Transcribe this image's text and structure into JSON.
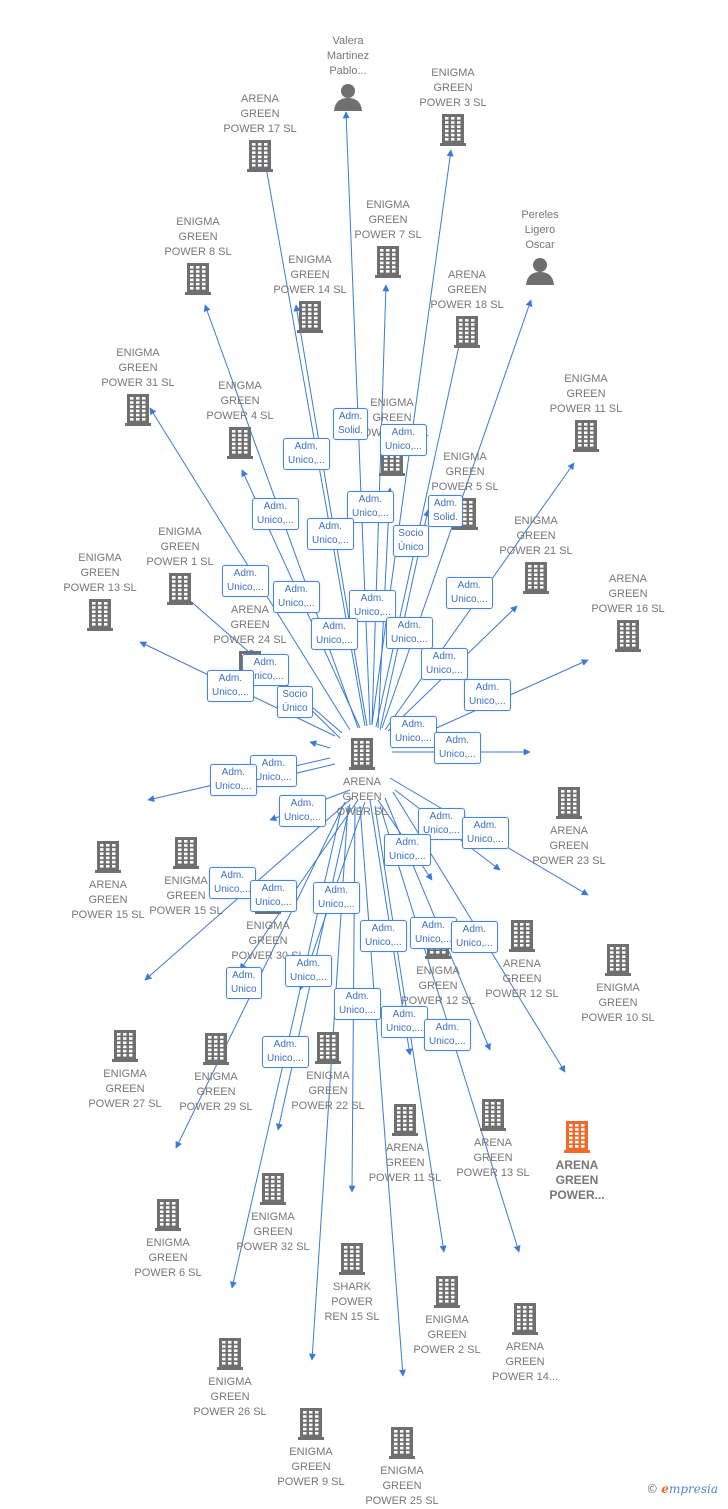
{
  "colors": {
    "edge": "#3a7bd5",
    "node": "#6f6f6f",
    "focus": "#f06a2a",
    "text": "#777777"
  },
  "center": {
    "label": [
      "ARENA",
      "GREEN",
      "OWER  SL"
    ]
  },
  "nodes": [
    {
      "id": "n_valera",
      "type": "person",
      "label": [
        "Valera",
        "Martinez",
        "Pablo..."
      ]
    },
    {
      "id": "n_pereles",
      "type": "person",
      "label": [
        "Pereles",
        "Ligero",
        "Oscar"
      ]
    },
    {
      "id": "n_eg3",
      "type": "company",
      "label": [
        "ENIGMA",
        "GREEN",
        "POWER 3  SL"
      ]
    },
    {
      "id": "n_ag17",
      "type": "company",
      "label": [
        "ARENA",
        "GREEN",
        "POWER 17  SL"
      ]
    },
    {
      "id": "n_eg7",
      "type": "company",
      "label": [
        "ENIGMA",
        "GREEN",
        "POWER 7  SL"
      ]
    },
    {
      "id": "n_eg8",
      "type": "company",
      "label": [
        "ENIGMA",
        "GREEN",
        "POWER 8  SL"
      ]
    },
    {
      "id": "n_eg14",
      "type": "company",
      "label": [
        "ENIGMA",
        "GREEN",
        "POWER 14  SL"
      ]
    },
    {
      "id": "n_ag18",
      "type": "company",
      "label": [
        "ARENA",
        "GREEN",
        "POWER 18  SL"
      ]
    },
    {
      "id": "n_eg31",
      "type": "company",
      "label": [
        "ENIGMA",
        "GREEN",
        "POWER 31  SL"
      ]
    },
    {
      "id": "n_eg4",
      "type": "company",
      "label": [
        "ENIGMA",
        "GREEN",
        "POWER 4  SL"
      ]
    },
    {
      "id": "n_eg11top",
      "type": "company",
      "label": [
        "ENIGMA",
        "GREEN",
        "POWER 11  SL"
      ]
    },
    {
      "id": "n_eg28",
      "type": "company",
      "label": [
        "ENIGMA",
        "GREEN",
        "POWER 28  SL"
      ]
    },
    {
      "id": "n_eg5",
      "type": "company",
      "label": [
        "ENIGMA",
        "GREEN",
        "POWER 5  SL"
      ]
    },
    {
      "id": "n_eg21",
      "type": "company",
      "label": [
        "ENIGMA",
        "GREEN",
        "POWER 21  SL"
      ]
    },
    {
      "id": "n_eg1",
      "type": "company",
      "label": [
        "ENIGMA",
        "GREEN",
        "POWER 1  SL"
      ]
    },
    {
      "id": "n_eg13",
      "type": "company",
      "label": [
        "ENIGMA",
        "GREEN",
        "POWER 13  SL"
      ]
    },
    {
      "id": "n_ag16",
      "type": "company",
      "label": [
        "ARENA",
        "GREEN",
        "POWER 16  SL"
      ]
    },
    {
      "id": "n_ag24",
      "type": "company",
      "label": [
        "ARENA",
        "GREEN",
        "POWER 24  SL"
      ]
    },
    {
      "id": "n_ag23",
      "type": "company",
      "label": [
        "ARENA",
        "GREEN",
        "POWER 23  SL"
      ]
    },
    {
      "id": "n_ag15",
      "type": "company",
      "label": [
        "ARENA",
        "GREEN",
        "POWER 15  SL"
      ]
    },
    {
      "id": "n_eg15",
      "type": "company",
      "label": [
        "ENIGMA",
        "GREEN",
        "POWER 15  SL"
      ]
    },
    {
      "id": "n_eg30",
      "type": "company",
      "label": [
        "ENIGMA",
        "GREEN",
        "POWER 30  SL"
      ]
    },
    {
      "id": "n_eg12",
      "type": "company",
      "label": [
        "ENIGMA",
        "GREEN",
        "POWER 12  SL"
      ]
    },
    {
      "id": "n_ag12",
      "type": "company",
      "label": [
        "ARENA",
        "GREEN",
        "POWER 12  SL"
      ]
    },
    {
      "id": "n_eg10",
      "type": "company",
      "label": [
        "ENIGMA",
        "GREEN",
        "POWER 10  SL"
      ]
    },
    {
      "id": "n_eg27",
      "type": "company",
      "label": [
        "ENIGMA",
        "GREEN",
        "POWER 27  SL"
      ]
    },
    {
      "id": "n_eg29",
      "type": "company",
      "label": [
        "ENIGMA",
        "GREEN",
        "POWER 29  SL"
      ]
    },
    {
      "id": "n_eg22",
      "type": "company",
      "label": [
        "ENIGMA",
        "GREEN",
        "POWER 22  SL"
      ]
    },
    {
      "id": "n_ag11",
      "type": "company",
      "label": [
        "ARENA",
        "GREEN",
        "POWER 11  SL"
      ]
    },
    {
      "id": "n_ag13",
      "type": "company",
      "label": [
        "ARENA",
        "GREEN",
        "POWER 13  SL"
      ]
    },
    {
      "id": "n_agfocus",
      "type": "focus",
      "label": [
        "ARENA",
        "GREEN",
        "POWER..."
      ]
    },
    {
      "id": "n_eg6",
      "type": "company",
      "label": [
        "ENIGMA",
        "GREEN",
        "POWER 6  SL"
      ]
    },
    {
      "id": "n_eg32",
      "type": "company",
      "label": [
        "ENIGMA",
        "GREEN",
        "POWER 32  SL"
      ]
    },
    {
      "id": "n_shark",
      "type": "company",
      "label": [
        "SHARK",
        "POWER",
        "REN 15  SL"
      ]
    },
    {
      "id": "n_eg2",
      "type": "company",
      "label": [
        "ENIGMA",
        "GREEN",
        "POWER 2  SL"
      ]
    },
    {
      "id": "n_ag14",
      "type": "company",
      "label": [
        "ARENA",
        "GREEN",
        "POWER 14..."
      ]
    },
    {
      "id": "n_eg26",
      "type": "company",
      "label": [
        "ENIGMA",
        "GREEN",
        "POWER 26  SL"
      ]
    },
    {
      "id": "n_eg9",
      "type": "company",
      "label": [
        "ENIGMA",
        "GREEN",
        "POWER 9  SL"
      ]
    },
    {
      "id": "n_eg25",
      "type": "company",
      "label": [
        "ENIGMA",
        "GREEN",
        "POWER 25  SL"
      ]
    }
  ],
  "badges": [
    {
      "id": "b1",
      "lines": [
        "Adm.",
        "Solid."
      ]
    },
    {
      "id": "b2",
      "lines": [
        "Adm.",
        "Unico,..."
      ]
    },
    {
      "id": "b3",
      "lines": [
        "Adm.",
        "Unico,..."
      ]
    },
    {
      "id": "b4",
      "lines": [
        "Adm.",
        "Unico,..."
      ]
    },
    {
      "id": "b5",
      "lines": [
        "Adm.",
        "Unico,..."
      ]
    },
    {
      "id": "b6",
      "lines": [
        "Adm.",
        "Solid."
      ]
    },
    {
      "id": "b7",
      "lines": [
        "Adm.",
        "Unico,..."
      ]
    },
    {
      "id": "b8",
      "lines": [
        "Socio",
        "Único"
      ]
    },
    {
      "id": "b9",
      "lines": [
        "Adm.",
        "Unico,..."
      ]
    },
    {
      "id": "b10",
      "lines": [
        "Adm.",
        "Unico,..."
      ]
    },
    {
      "id": "b11",
      "lines": [
        "Adm.",
        "Unico,..."
      ]
    },
    {
      "id": "b12",
      "lines": [
        "Adm.",
        "Unico,..."
      ]
    },
    {
      "id": "b13",
      "lines": [
        "Adm.",
        "Unico,..."
      ]
    },
    {
      "id": "b14",
      "lines": [
        "Adm.",
        "Unico,..."
      ]
    },
    {
      "id": "b15",
      "lines": [
        "Adm.",
        "Unico,..."
      ]
    },
    {
      "id": "b16",
      "lines": [
        "Adm.",
        "Unico,..."
      ]
    },
    {
      "id": "b17",
      "lines": [
        "Adm.",
        "Unico,..."
      ]
    },
    {
      "id": "b18",
      "lines": [
        "Adm.",
        "Unico,..."
      ]
    },
    {
      "id": "b19",
      "lines": [
        "Socio",
        "Único"
      ]
    },
    {
      "id": "b20",
      "lines": [
        "Adm.",
        "Unico,..."
      ]
    },
    {
      "id": "b21",
      "lines": [
        "Adm.",
        "Unico,..."
      ]
    },
    {
      "id": "b22",
      "lines": [
        "Adm.",
        "Unico,..."
      ]
    },
    {
      "id": "b23",
      "lines": [
        "Adm.",
        "Unico,..."
      ]
    },
    {
      "id": "b24",
      "lines": [
        "Adm.",
        "Unico,..."
      ]
    },
    {
      "id": "b25",
      "lines": [
        "Adm.",
        "Unico,..."
      ]
    },
    {
      "id": "b26",
      "lines": [
        "Adm.",
        "Unico,..."
      ]
    },
    {
      "id": "b27",
      "lines": [
        "Adm.",
        "Unico,..."
      ]
    },
    {
      "id": "b28",
      "lines": [
        "Adm.",
        "Unico,..."
      ]
    },
    {
      "id": "b29",
      "lines": [
        "Adm.",
        "Unico,..."
      ]
    },
    {
      "id": "b30",
      "lines": [
        "Adm.",
        "Unico,..."
      ]
    },
    {
      "id": "b31",
      "lines": [
        "Adm.",
        "Unico,..."
      ]
    },
    {
      "id": "b32",
      "lines": [
        "Adm.",
        "Unico,..."
      ]
    },
    {
      "id": "b33",
      "lines": [
        "Adm.",
        "Unico,..."
      ]
    },
    {
      "id": "b34",
      "lines": [
        "Adm.",
        "Unico"
      ]
    },
    {
      "id": "b35",
      "lines": [
        "Adm.",
        "Unico,..."
      ]
    },
    {
      "id": "b36",
      "lines": [
        "Adm.",
        "Unico,..."
      ]
    },
    {
      "id": "b37",
      "lines": [
        "Adm.",
        "Unico,..."
      ]
    },
    {
      "id": "b38",
      "lines": [
        "Adm.",
        "Unico,..."
      ]
    },
    {
      "id": "b39",
      "lines": [
        "Adm.",
        "Unico,..."
      ]
    }
  ],
  "watermark": {
    "copyright": "©",
    "brand_initial": "e",
    "brand_rest": "mpresia"
  }
}
